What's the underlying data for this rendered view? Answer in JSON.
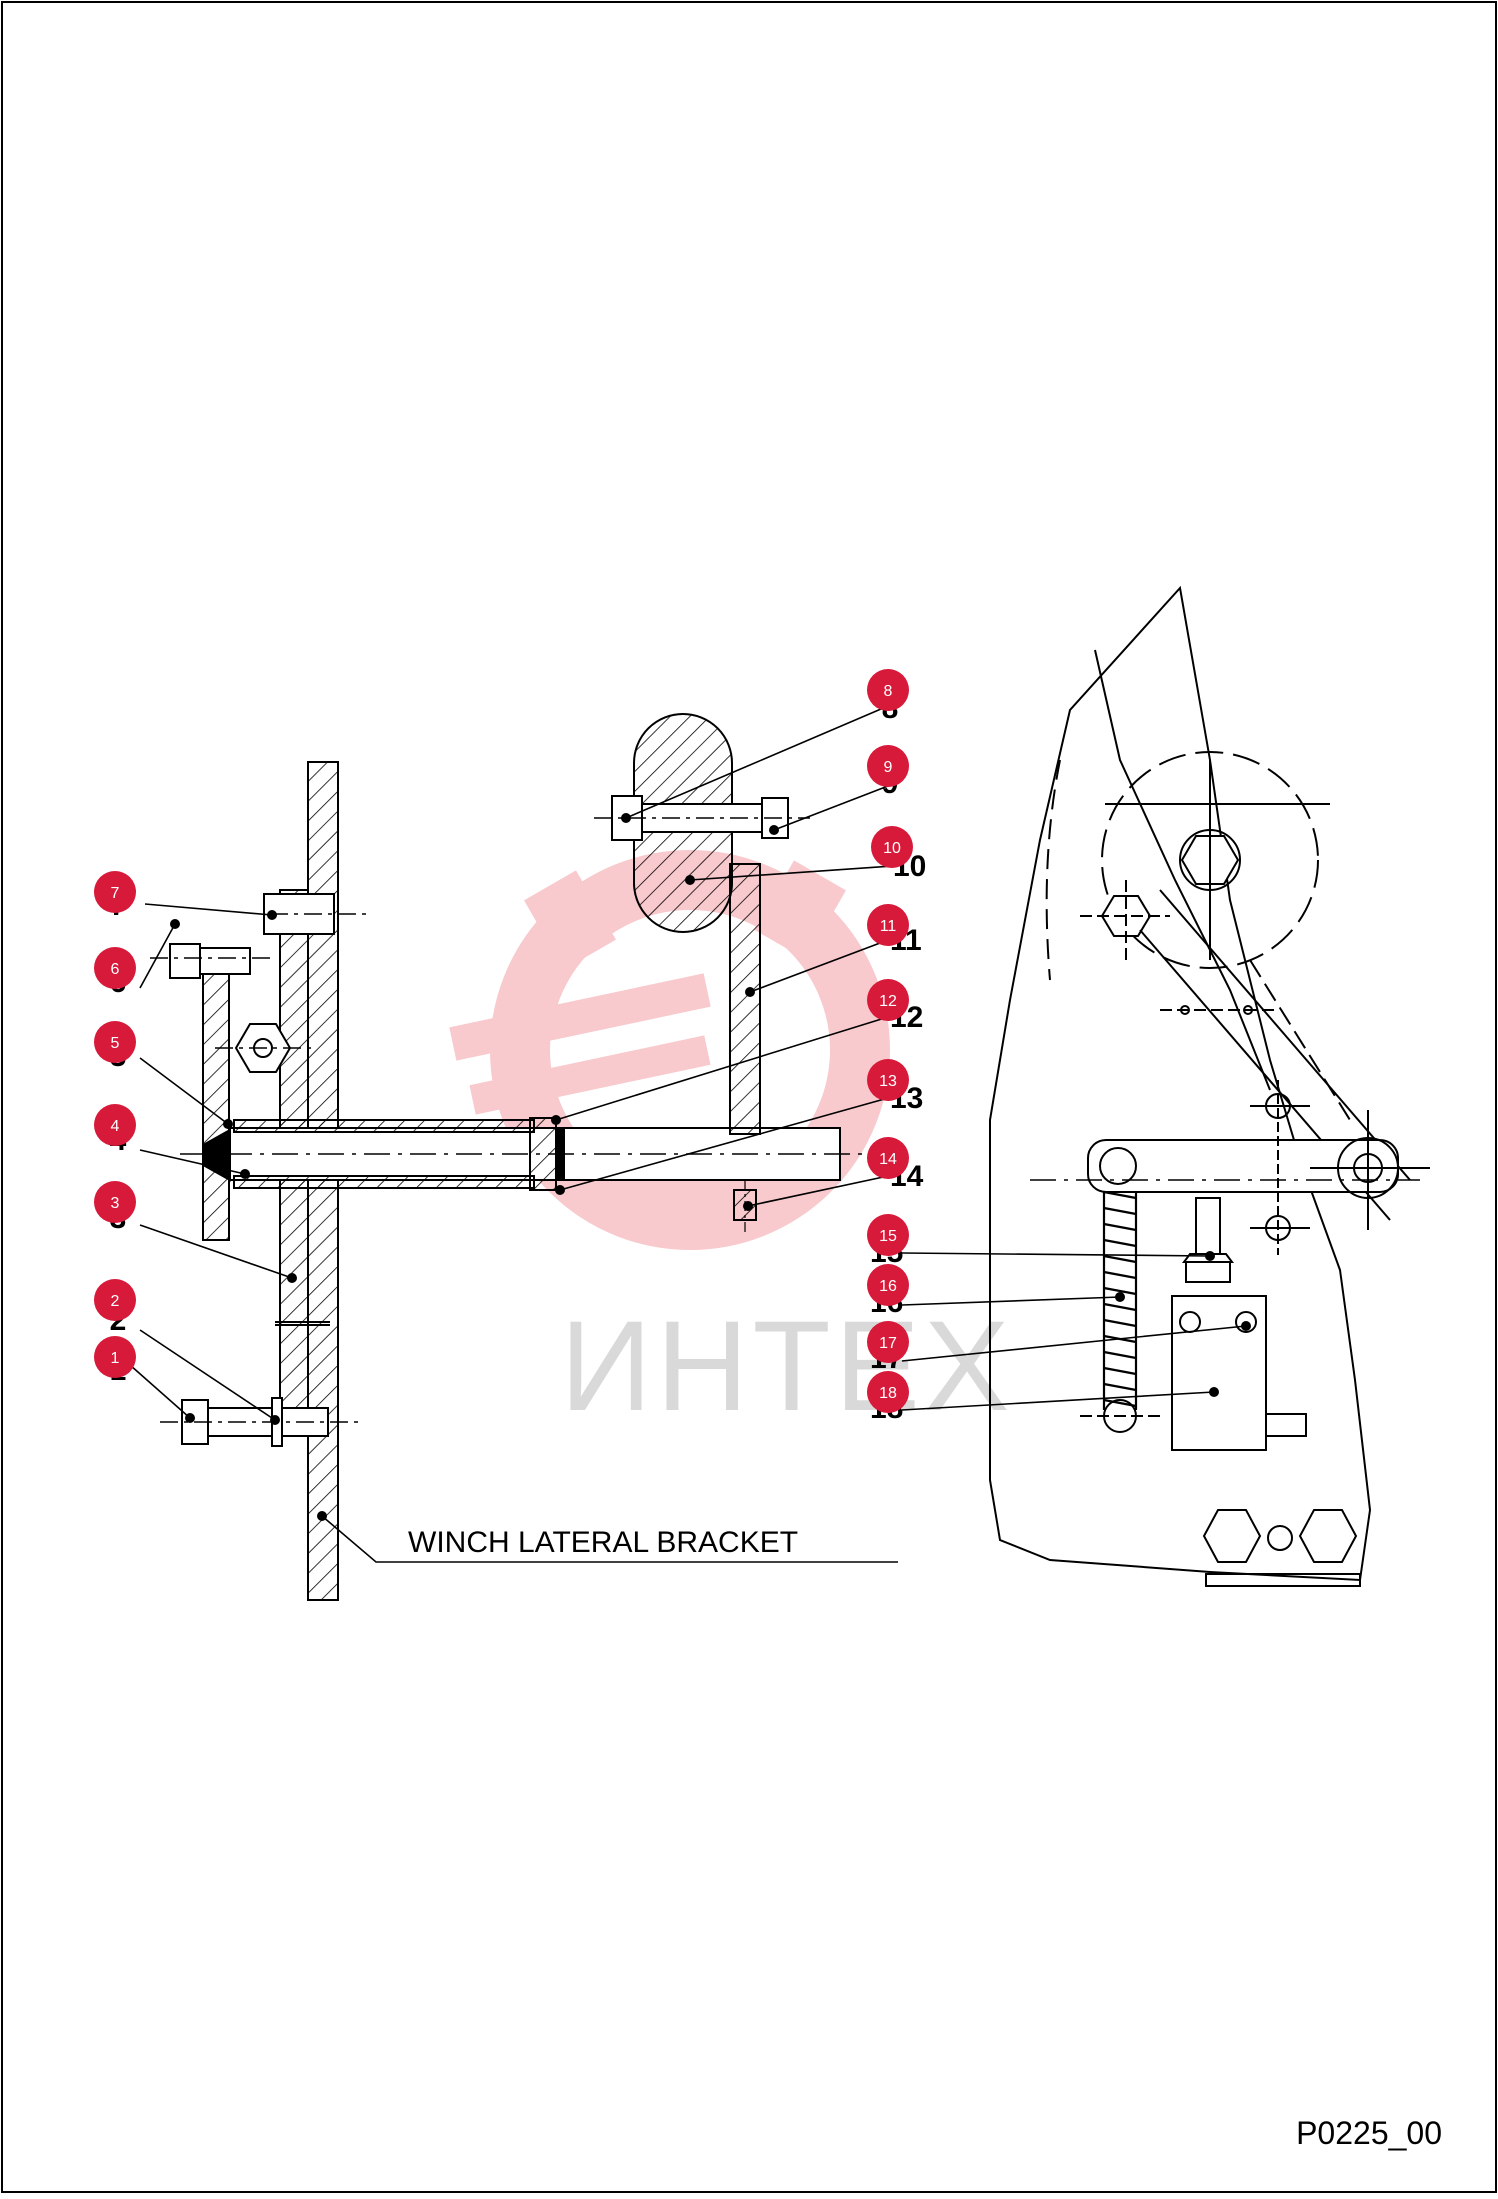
{
  "diagram": {
    "callouts": [
      {
        "marker": "1",
        "label": "1"
      },
      {
        "marker": "2",
        "label": "2"
      },
      {
        "marker": "3",
        "label": "3"
      },
      {
        "marker": "4",
        "label": "4"
      },
      {
        "marker": "5",
        "label": "5"
      },
      {
        "marker": "6",
        "label": "6"
      },
      {
        "marker": "7",
        "label": "7"
      },
      {
        "marker": "8",
        "label": "8"
      },
      {
        "marker": "9",
        "label": "9"
      },
      {
        "marker": "10",
        "label": "10"
      },
      {
        "marker": "11",
        "label": "11"
      },
      {
        "marker": "12",
        "label": "12"
      },
      {
        "marker": "13",
        "label": "13"
      },
      {
        "marker": "14",
        "label": "14"
      },
      {
        "marker": "15",
        "label": "15"
      },
      {
        "marker": "16",
        "label": "16"
      },
      {
        "marker": "17",
        "label": "17"
      },
      {
        "marker": "18",
        "label": "18"
      }
    ],
    "bracket_label": "WINCH LATERAL BRACKET",
    "watermark_text": "ИНТЕХ",
    "drawing_code": "P0225_00",
    "colors": {
      "marker": "#d7193a",
      "watermark_red": "#f4a8ad",
      "watermark_text": "#d9d9d9",
      "line": "#000000"
    }
  }
}
